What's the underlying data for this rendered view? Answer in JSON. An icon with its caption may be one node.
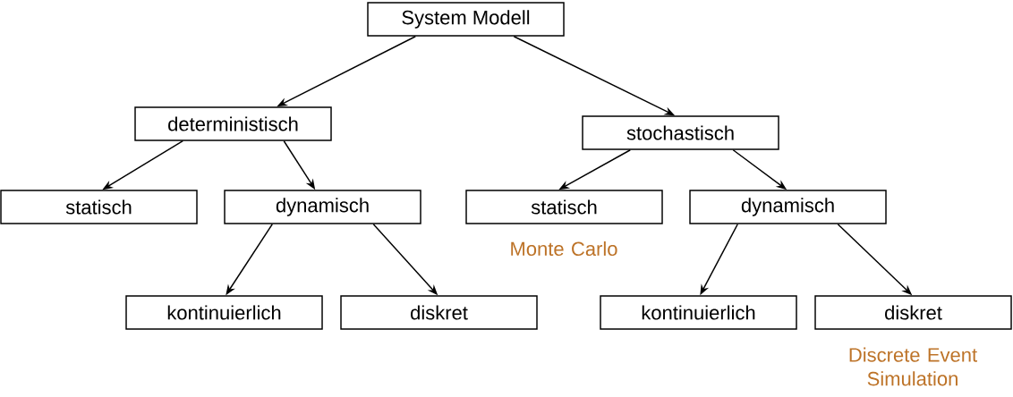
{
  "diagram": {
    "nodes": [
      {
        "text": [
          "System Modell"
        ]
      },
      {
        "text": [
          "deterministisch"
        ]
      },
      {
        "text": [
          "stochastisch"
        ]
      },
      {
        "text": [
          "statisch"
        ]
      },
      {
        "text": [
          "dynamisch"
        ]
      },
      {
        "text": [
          "statisch"
        ],
        "beside": [
          "Monte Carlo"
        ]
      },
      {
        "text": [
          "dynamisch"
        ]
      },
      {
        "text": [
          "kontinuierlich"
        ]
      },
      {
        "text": [
          "diskret"
        ]
      },
      {
        "text": [
          "kontinuierlich"
        ]
      },
      {
        "text": [
          "diskret"
        ],
        "beside": [
          "Discrete Event Simulation"
        ]
      }
    ],
    "edges": [
      {
        "from": 0,
        "to": 1,
        "arrow": "to"
      },
      {
        "from": 0,
        "to": 2,
        "arrow": "to"
      },
      {
        "from": 1,
        "to": 3,
        "arrow": "to"
      },
      {
        "from": 1,
        "to": 4,
        "arrow": "to"
      },
      {
        "from": 2,
        "to": 5,
        "arrow": "to"
      },
      {
        "from": 2,
        "to": 6,
        "arrow": "to"
      },
      {
        "from": 4,
        "to": 7,
        "arrow": "to"
      },
      {
        "from": 4,
        "to": 8,
        "arrow": "to"
      },
      {
        "from": 6,
        "to": 9,
        "arrow": "to"
      },
      {
        "from": 6,
        "to": 10,
        "arrow": "to"
      }
    ]
  }
}
